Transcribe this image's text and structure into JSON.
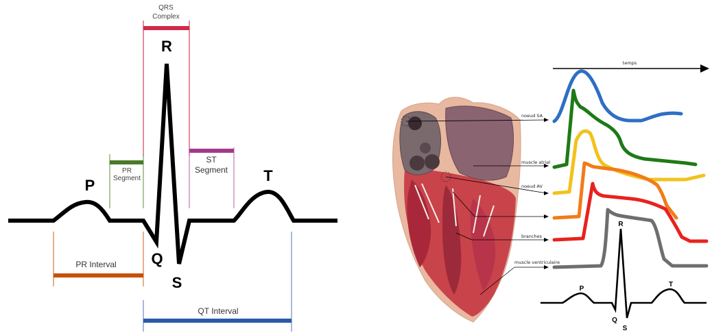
{
  "left_diagram": {
    "waves": {
      "p": "P",
      "q": "Q",
      "r": "R",
      "s": "S",
      "t": "T"
    },
    "qrs_line1": "QRS",
    "qrs_line2": "Complex",
    "pr_seg_line1": "PR",
    "pr_seg_line2": "Segment",
    "st_seg_line1": "ST",
    "st_seg_line2": "Segment",
    "pr_interval": "PR Interval",
    "qt_interval": "QT Interval",
    "colors": {
      "qrs": "#d02a4a",
      "pr_segment": "#4a7a2a",
      "st_segment": "#a23a8a",
      "pr_interval": "#c8500a",
      "qt_interval": "#2a5aa8"
    }
  },
  "right_diagram": {
    "time_label": "temps",
    "labels": {
      "sa": "noeud SA",
      "atrial": "muscle atrial",
      "av": "noeud AV",
      "branches": "branches",
      "ventricular": "muscle ventriculaire"
    },
    "ecg_waves": {
      "p": "P",
      "q": "Q",
      "r": "R",
      "s": "S",
      "t": "T"
    },
    "trace_colors": [
      "#2f6fc4",
      "#1e7a16",
      "#f2c21c",
      "#f07c1a",
      "#e8221e",
      "#6e6e6e"
    ]
  }
}
